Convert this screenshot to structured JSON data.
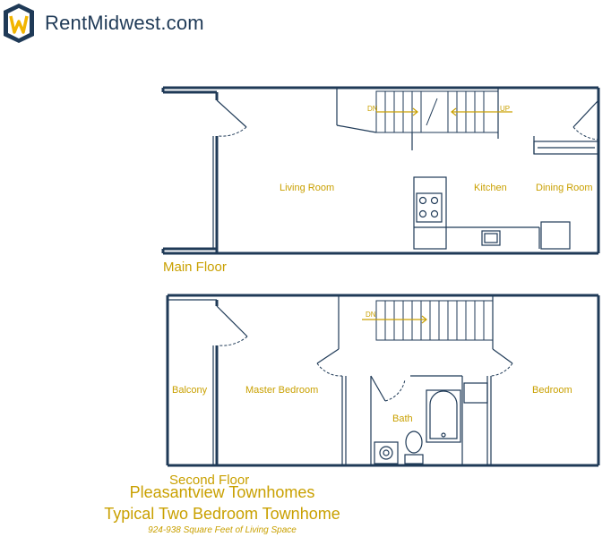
{
  "brand": {
    "name": "RentMidwest.com",
    "colors": {
      "navy": "#1f3a57",
      "gold": "#c9a000"
    }
  },
  "main_floor": {
    "label": "Main Floor",
    "rooms": {
      "living": "Living Room",
      "kitchen": "Kitchen",
      "dining": "Dining Room"
    },
    "stairs": {
      "down": "DN",
      "up": "UP"
    }
  },
  "second_floor": {
    "label": "Second Floor",
    "rooms": {
      "balcony": "Balcony",
      "master": "Master Bedroom",
      "bath": "Bath",
      "bedroom": "Bedroom"
    },
    "stairs": {
      "down": "DN"
    }
  },
  "footer": {
    "title": "Pleasantview Townhomes",
    "subtitle": "Typical Two Bedroom Townhome",
    "area": "924-938 Square Feet of Living Space"
  }
}
